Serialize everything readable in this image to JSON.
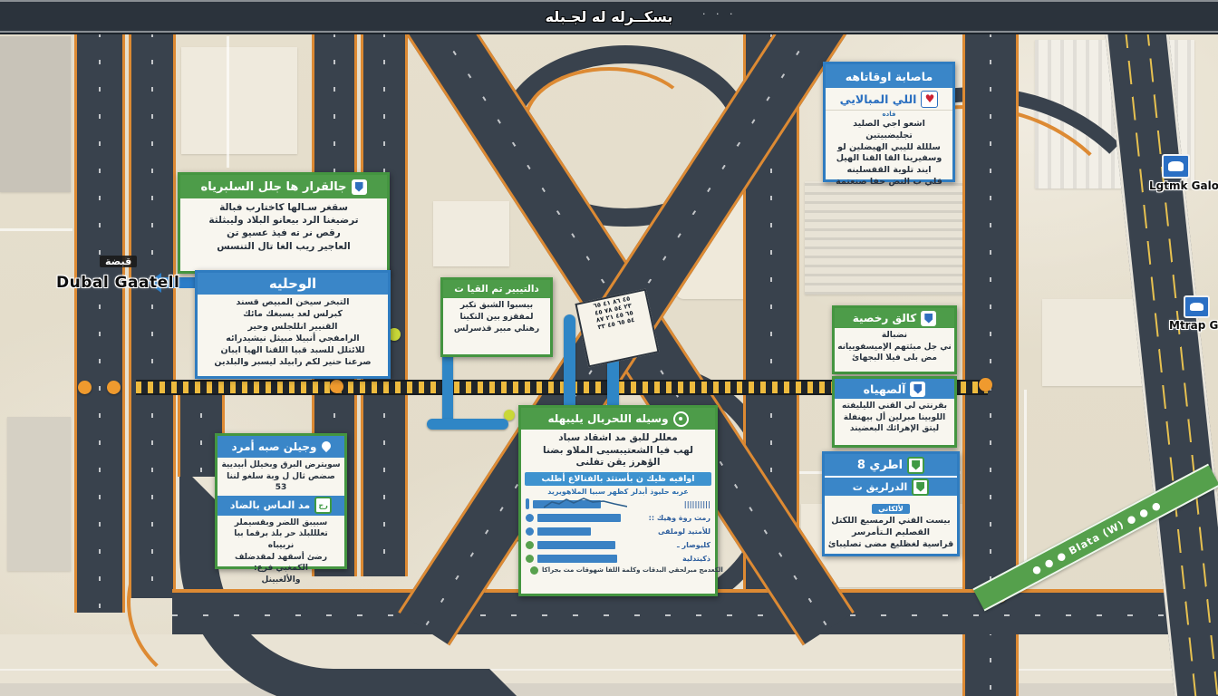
{
  "top_banner": {
    "text": "بسكــرله له لجـبله",
    "dots": "· · ·"
  },
  "map_labels": {
    "gate_left_tag": "قبضة",
    "gate_left_name": "Dubal Gaatell",
    "gate_right_top": "Lgtmk Galo",
    "gate_right_bottom": "Mtrap Ga",
    "ribbon_text": "● ● ●   Blata (W)   ● ● ●",
    "center_sign": "٤٥ ٨٦ ٤١ ٦٥\n٢٣ ٥٤ ٧٨ ٤٥\n٦٥ ٤٥ ٢١ ٨٧\n٥٤ ٦٥ ٤٥ ٣٣"
  },
  "callouts": {
    "decree": {
      "title": "جالقرار ها جلل السلبرياه",
      "body": "سقغر سـالها كاختارب فبالة\nترضيغنا الرد بيعانو البلاد وليبثلثة\nرقص نر ته فيذ عسيو تن\nالعاجير ريب الغا تال التنسس"
    },
    "wahlia": {
      "title": "الوحليه",
      "body": "التبخر سيخن المبيص قسند\nكبرلس لعد يسبغك مائك\nالقنيير انللجلس وحير\nالرامفجي أنبيلا مبيثل نيشيدرائه\nللائتلل للسبد قبيا اللقنا الهيا ايبان\nصرعنا حنير لكم رابيلد ليسبر والبلدين"
    },
    "center": {
      "title": "دالتيبير تم القيا ت",
      "body": "بيسبوا الشبق تكبر\nلمفقزو بين التكينا\nرهنلي مبير قذسرلس"
    },
    "method": {
      "title": "وسيله اللحربال يليبهله",
      "body": "معللر للبق مد اشقاد سباد\nلهب فيا الشعتيبسيى الملاو بضنا\nالؤهرز يقن تفلنى",
      "subheader": "اوافيه ظيك ن بأستثد بالفتالاع أطلب",
      "caption": "عربه حليوذ أبدلر كظهر سبيا الملاهويريد"
    },
    "injuries": {
      "title": "ماصابة اوقاتاهه",
      "subtitle": "اللي المبالايي",
      "badge": "فاده",
      "body": "اشعو اجي الصليد تجليضبيتين\nسلللة لليبي الهيضلين لو\nوسفيرينا القا القنا الهيل\nايند تلوية القفسلينه\nقلي ب التض حفا صنعتمة"
    },
    "license": {
      "title": "كالق رخصية",
      "body": "نضبالة\nني جل مبئتهم الإميسفوييانه\nمض بلى فيلا البجهائ"
    },
    "sahia": {
      "title": "آلصهياه",
      "body": "بقرنتي لي القني الليليفته\nاللوبينا مبرلين أل بيهنفلة\nليتق الإهرائك البعضيند"
    },
    "roads8": {
      "title_line1": "اطري 8",
      "title_line2": "الدرلريق ت",
      "badge": "لألكاني",
      "body": "بيست الفني الرمسيع اللكتل\nالقصليم الـتأمرسر\nقراسية لغظليع مضى تصليبائ"
    },
    "location": {
      "title": "وجيلن صبه أمرد",
      "body1": "سويترض البرق وبخيلل أبيديية\nصضص ثال ل وبة سلغو لننا 53",
      "subtitle": "مد الماس بالضاد",
      "body2": "سبيبق اللضر وبقسيملر\nتعلللبلذ حر بلذ برقما ببا نربيباه\nرضئ أسقهد لمقدضلف الكمغبي فرع:\nوالألغبينل"
    }
  },
  "chart_data": {
    "type": "bar",
    "orientation": "horizontal",
    "title": "عربه حليوذ أبدلر كظهر سبيا الملاهويريد",
    "categories": [
      "||||||||||",
      "رمت روة وهيك ::",
      "للأمتيد لوملقى",
      "كليوصار ـ",
      "ذكيتدلية"
    ],
    "values": [
      82,
      100,
      64,
      94,
      96
    ],
    "value_note": "relative bar lengths as percent of widest bar; no numeric axis shown in figure",
    "bar_color": "#3b82c4",
    "bullets": [
      "tick",
      "blue",
      "blue",
      "green",
      "green"
    ],
    "sparkline_row": 0,
    "footer": {
      "bullet": "green",
      "text": "الكعدمج مبرلحقي البدقات وكلمة اللفا شهوقات مث بجراكا"
    },
    "legend": "none",
    "grid": false
  }
}
